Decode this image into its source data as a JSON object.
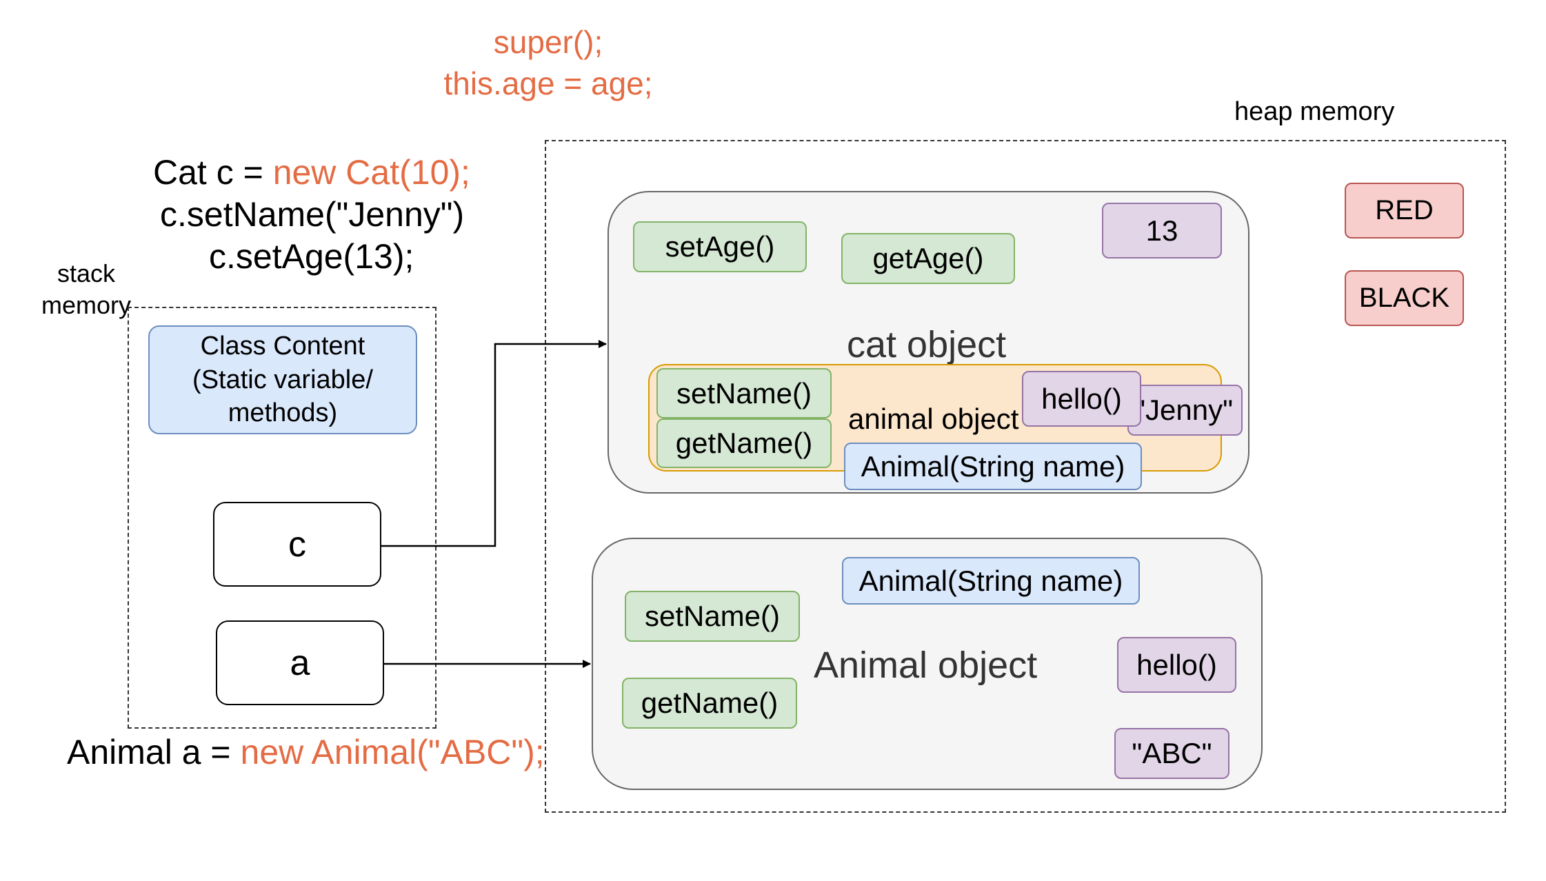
{
  "code": {
    "constructor_line1": "super();",
    "constructor_line2": "this.age = age;",
    "cat_decl_prefix": "Cat c = ",
    "cat_decl_new": "new Cat(10);",
    "set_name_call": "c.setName(\"Jenny\")",
    "set_age_call": "c.setAge(13);",
    "animal_decl_prefix": "Animal a = ",
    "animal_decl_new": "new Animal(\"ABC\");"
  },
  "stack": {
    "label": "stack\nmemory",
    "class_content": "Class Content\n(Static variable/\nmethods)",
    "var_c": "c",
    "var_a": "a"
  },
  "heap": {
    "label": "heap memory",
    "enum_values": [
      "RED",
      "BLACK"
    ],
    "cat_object": {
      "label": "cat object",
      "methods": [
        "setAge()",
        "getAge()"
      ],
      "age_value": "13",
      "animal_part": {
        "label": "animal object",
        "methods": [
          "setName()",
          "getName()"
        ],
        "hello": "hello()",
        "name_value": "\"Jenny\"",
        "constructor": "Animal(String name)"
      }
    },
    "animal_object": {
      "label": "Animal object",
      "constructor": "Animal(String name)",
      "methods": [
        "setName()",
        "getName()"
      ],
      "hello": "hello()",
      "name_value": "\"ABC\""
    }
  },
  "colors": {
    "code_highlight": "#e46c44",
    "method_fill": "#d5e8d4",
    "constructor_fill": "#dae8fc",
    "value_fill": "#e1d5e7",
    "enum_fill": "#f8cecc",
    "inner_object_fill": "#fce6cc"
  }
}
